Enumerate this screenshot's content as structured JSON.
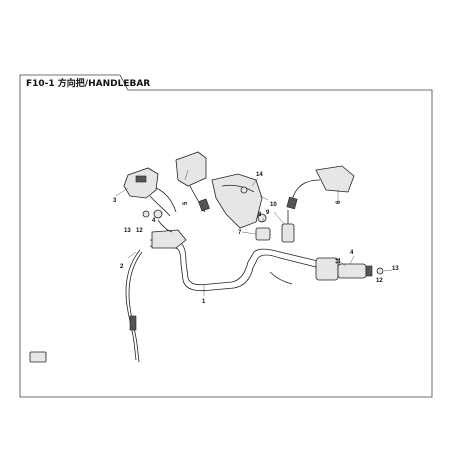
{
  "diagram": {
    "title": "F10-1 方向把/HANDLEBAR",
    "callouts": [
      {
        "id": "c1",
        "label": "1"
      },
      {
        "id": "c2",
        "label": "2"
      },
      {
        "id": "c3",
        "label": "3"
      },
      {
        "id": "c4a",
        "label": "4"
      },
      {
        "id": "c4b",
        "label": "4"
      },
      {
        "id": "c5",
        "label": "5"
      },
      {
        "id": "c6",
        "label": "6"
      },
      {
        "id": "c7",
        "label": "7"
      },
      {
        "id": "c8",
        "label": "8"
      },
      {
        "id": "c9",
        "label": "9"
      },
      {
        "id": "c10",
        "label": "10"
      },
      {
        "id": "c11",
        "label": "11"
      },
      {
        "id": "c12a",
        "label": "12"
      },
      {
        "id": "c12b",
        "label": "12"
      },
      {
        "id": "c13a",
        "label": "13"
      },
      {
        "id": "c13b",
        "label": "13"
      },
      {
        "id": "c14",
        "label": "14"
      }
    ]
  }
}
